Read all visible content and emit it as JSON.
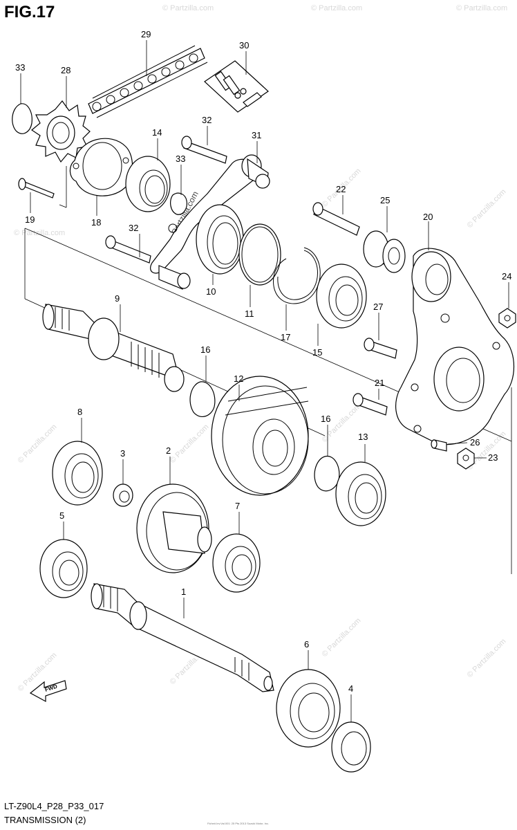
{
  "figure": {
    "title": "FIG.17",
    "model_code": "LT-Z90L4_P28_P33_017",
    "name": "TRANSMISSION (2)",
    "footnote": "Fiche#.Inv.Val.001: 25 Pts 2013 Suzuki Motor, Inc."
  },
  "watermark": {
    "text": "© Partzilla.com",
    "inline_text": "Partzilla.com"
  },
  "direction_marker": {
    "label": "FWD",
    "icon": "arrow-fwd-icon"
  },
  "callouts": [
    {
      "number": "1",
      "part": "countershaft"
    },
    {
      "number": "2",
      "part": "gear"
    },
    {
      "number": "3",
      "part": "washer"
    },
    {
      "number": "4",
      "part": "oil-seal"
    },
    {
      "number": "5",
      "part": "bearing"
    },
    {
      "number": "6",
      "part": "bearing"
    },
    {
      "number": "7",
      "part": "bearing"
    },
    {
      "number": "8",
      "part": "bearing"
    },
    {
      "number": "9",
      "part": "driveshaft"
    },
    {
      "number": "10",
      "part": "oil-seal"
    },
    {
      "number": "11",
      "part": "o-ring"
    },
    {
      "number": "12",
      "part": "gear"
    },
    {
      "number": "13",
      "part": "bearing"
    },
    {
      "number": "14",
      "part": "oil-seal"
    },
    {
      "number": "15",
      "part": "bearing"
    },
    {
      "number": "16",
      "part": "circlip"
    },
    {
      "number": "16",
      "part": "circlip"
    },
    {
      "number": "17",
      "part": "snap-ring"
    },
    {
      "number": "18",
      "part": "gasket"
    },
    {
      "number": "19",
      "part": "bolt"
    },
    {
      "number": "20",
      "part": "bearing-housing"
    },
    {
      "number": "21",
      "part": "bolt"
    },
    {
      "number": "22",
      "part": "bolt"
    },
    {
      "number": "23",
      "part": "nut"
    },
    {
      "number": "24",
      "part": "nut"
    },
    {
      "number": "25",
      "part": "spacer"
    },
    {
      "number": "26",
      "part": "dowel-pin"
    },
    {
      "number": "27",
      "part": "bolt"
    },
    {
      "number": "28",
      "part": "sprocket"
    },
    {
      "number": "29",
      "part": "chain"
    },
    {
      "number": "30",
      "part": "chain-joint"
    },
    {
      "number": "31",
      "part": "chain-guide"
    },
    {
      "number": "32",
      "part": "bolt"
    },
    {
      "number": "32",
      "part": "bolt"
    },
    {
      "number": "33",
      "part": "circlip"
    },
    {
      "number": "33",
      "part": "circlip"
    }
  ]
}
